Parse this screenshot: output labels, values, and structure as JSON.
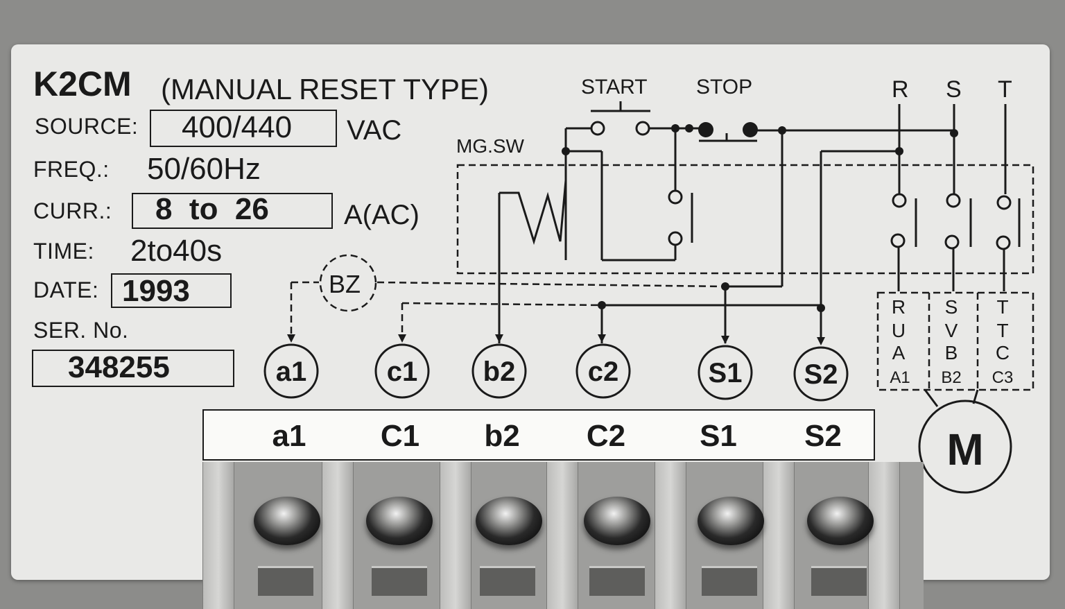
{
  "model": "K2CM",
  "model_type": "(MANUAL RESET TYPE)",
  "specs": {
    "source_label": "SOURCE:",
    "source_value": "400/440",
    "source_unit": "VAC",
    "freq_label": "FREQ.:",
    "freq_value": "50/60Hz",
    "curr_label": "CURR.:",
    "curr_value": "8  to  26",
    "curr_unit": "A(AC)",
    "time_label": "TIME:",
    "time_value": "2to40s",
    "date_label": "DATE:",
    "date_value": "1993",
    "serial_label": "SER. No.",
    "serial_value": "348255"
  },
  "diagram": {
    "start_label": "START",
    "stop_label": "STOP",
    "mgsw_label": "MG.SW",
    "buzzer_label": "BZ",
    "phases": [
      "R",
      "S",
      "T"
    ],
    "sensor_columns": [
      [
        "R",
        "U",
        "A",
        "A1"
      ],
      [
        "S",
        "V",
        "B",
        "B2"
      ],
      [
        "T",
        "T",
        "C",
        "C3"
      ]
    ],
    "motor_label": "M",
    "terminal_circles": [
      "a1",
      "c1",
      "b2",
      "c2",
      "S1",
      "S2"
    ]
  },
  "terminal_strip": [
    "a1",
    "C1",
    "b2",
    "C2",
    "S1",
    "S2"
  ],
  "colors": {
    "plate": "#e9e9e7",
    "ink": "#1a1a1a",
    "background": "#8c8c8a"
  }
}
